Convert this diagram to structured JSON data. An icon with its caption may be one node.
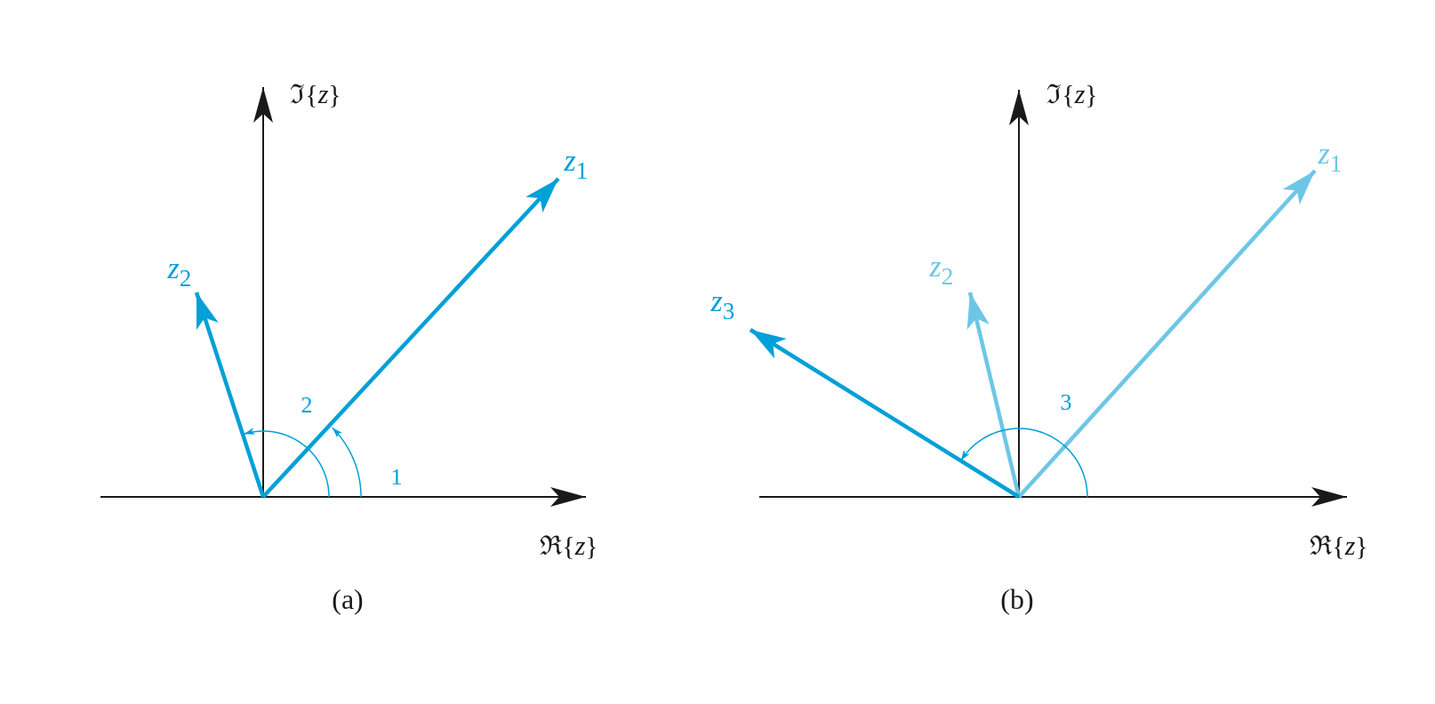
{
  "diagram": {
    "labels": [
      "ℑ{*z*}",
      "*z*$_{1}$",
      "*z*$_{2}$",
      "2",
      "1",
      "ℜ{*z*}",
      "(a)",
      "ℑ{*z*}",
      "*z*$_{1}$",
      "*z*$_{2}$",
      "*z*$_{3}$",
      "3",
      "ℜ{*z*}",
      "(b)"
    ]
  }
}
